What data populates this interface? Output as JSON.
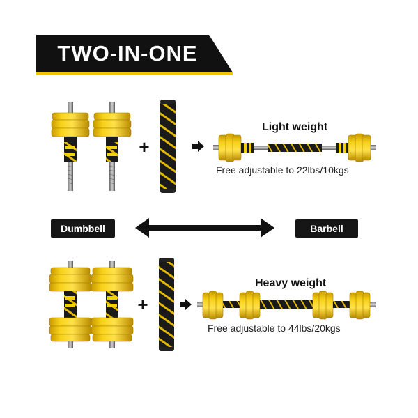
{
  "banner": {
    "title": "TWO-IN-ONE"
  },
  "light": {
    "title": "Light weight",
    "subtitle": "Free adjustable to 22lbs/10kgs"
  },
  "heavy": {
    "title": "Heavy weight",
    "subtitle": "Free adjustable to 44lbs/20kgs"
  },
  "modes": {
    "left": "Dumbbell",
    "right": "Barbell"
  },
  "symbols": {
    "plus": "+"
  },
  "colors": {
    "plate_yellow": "#f2c500",
    "banner_black": "#111111",
    "accent_yellow": "#f3c300"
  },
  "icons": {
    "arrow": "arrow-right-icon",
    "double_arrow": "double-arrow-icon"
  }
}
